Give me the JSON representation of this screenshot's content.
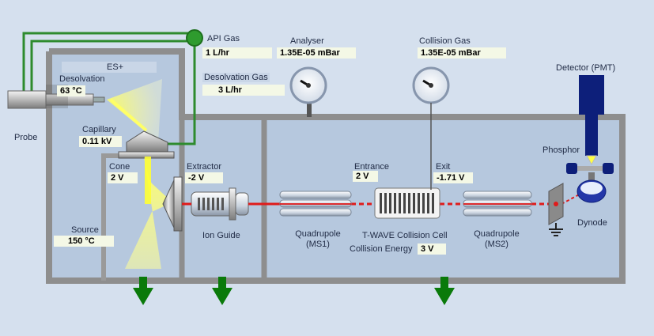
{
  "source": {
    "mode": "ES+",
    "probe_label": "Probe",
    "desolvation_label": "Desolvation",
    "desolvation_value": "63 °C",
    "capillary_label": "Capillary",
    "capillary_value": "0.11 kV",
    "cone_label": "Cone",
    "cone_value": "2 V",
    "source_label": "Source",
    "source_value": "150 °C"
  },
  "gases": {
    "api_label": "API Gas",
    "api_value": "1 L/hr",
    "desolvation_gas_label": "Desolvation Gas",
    "desolvation_gas_value": "3 L/hr"
  },
  "analyser": {
    "label": "Analyser",
    "value": "1.35E-05 mBar"
  },
  "collision_gas": {
    "label": "Collision Gas",
    "value": "1.35E-05 mBar"
  },
  "extractor": {
    "label": "Extractor",
    "value": "-2 V"
  },
  "ion_guide": {
    "label": "Ion Guide"
  },
  "ms1": {
    "line1": "Quadrupole",
    "line2": "(MS1)"
  },
  "collision_cell": {
    "entrance_label": "Entrance",
    "entrance_value": "2 V",
    "exit_label": "Exit",
    "exit_value": "-1.71 V",
    "name": "T-WAVE Collision Cell",
    "energy_label": "Collision Energy",
    "energy_value": "3 V"
  },
  "ms2": {
    "line1": "Quadrupole",
    "line2": "(MS2)"
  },
  "detector": {
    "label": "Detector (PMT)",
    "phosphor_label": "Phosphor",
    "dynode_label": "Dynode"
  },
  "colors": {
    "panel": "#b6c8de",
    "wall": "#8e8e8e",
    "gas_line": "#2e8b2e",
    "beam": "#e01b1b",
    "spray": "#ffff66",
    "detector": "#0d1f7a"
  },
  "icons": [
    "pressure-gauge-icon",
    "pump-arrow-icon",
    "ground-icon",
    "gas-valve-icon"
  ]
}
